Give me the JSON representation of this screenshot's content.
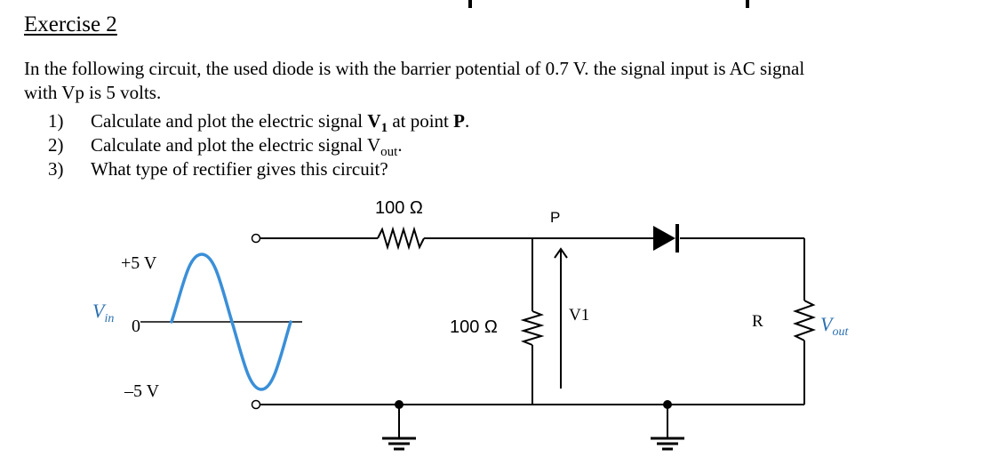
{
  "exercise": {
    "heading": "Exercise 2",
    "intro_line1": "In the following circuit, the used diode is with the barrier potential of 0.7 V. the signal input is AC signal",
    "intro_line2": "with Vp is 5 volts.",
    "questions": [
      {
        "number": "1)",
        "pre": "Calculate and plot the electric signal ",
        "bold": "V",
        "sub": "1",
        "mid": " at point ",
        "bold2": "P",
        "post": "."
      },
      {
        "number": "2)",
        "pre": "Calculate and plot the electric signal V",
        "sub": "out",
        "post": "."
      },
      {
        "number": "3)",
        "text": "What type of rectifier gives this circuit?"
      }
    ]
  },
  "circuit": {
    "series_resistor": "100 Ω",
    "shunt_resistor": "100 Ω",
    "load_resistor": "R",
    "node_label": "P",
    "v1_label": "V1",
    "vin_label": "V",
    "vin_sub": "in",
    "vout_label": "V",
    "vout_sub": "out",
    "plus_level": "+5 V",
    "zero_level": "0",
    "minus_level": "–5 V",
    "colors": {
      "wire": "#000000",
      "sine": "#3a8fd8"
    }
  }
}
